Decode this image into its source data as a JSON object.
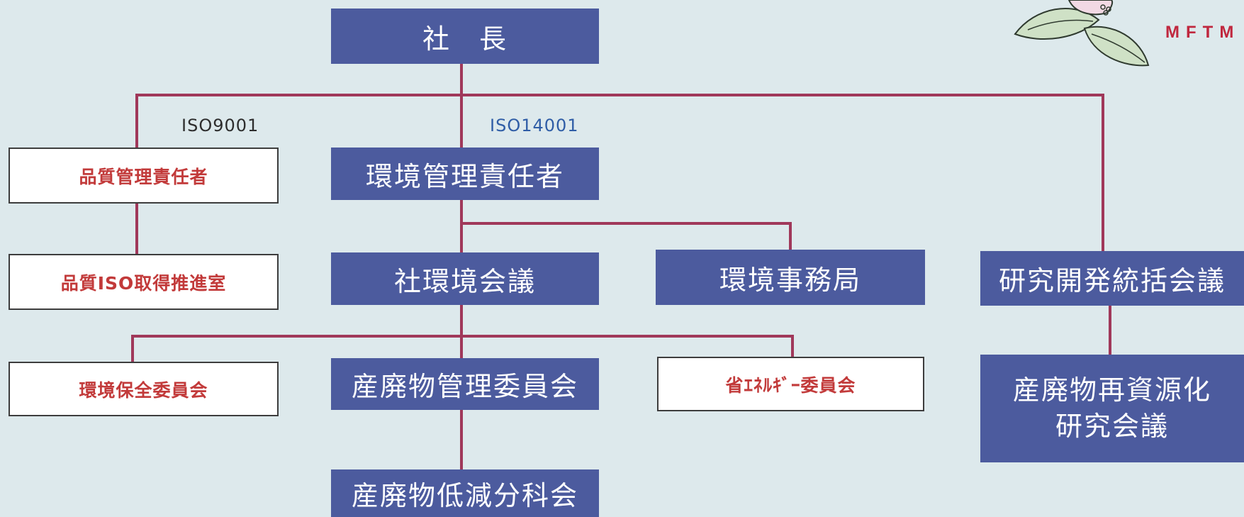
{
  "colors": {
    "background": "#dde9ec",
    "filled_box": "#4c5b9e",
    "connector": "#a0385a",
    "red_text": "#c23a3a",
    "iso14001_text": "#2f5da6"
  },
  "nodes": {
    "president": "社　長",
    "quality_manager": "品質管理責任者",
    "quality_iso_office": "品質ISO取得推進室",
    "environment_manager": "環境管理責任者",
    "company_env_council": "社環境会議",
    "env_secretariat": "環境事務局",
    "rd_council": "研究開発統括会議",
    "env_conservation_committee": "環境保全委員会",
    "waste_management_committee": "産廃物管理委員会",
    "energy_saving_committee": "省ｴﾈﾙｷﾞｰ委員会",
    "waste_recycling_council": "産廃物再資源化\n研究会議",
    "waste_reduction_subcommittee": "産廃物低減分科会"
  },
  "labels": {
    "iso9001": "ISO9001",
    "iso14001": "ISO14001"
  },
  "logo": {
    "icon": "flower-logo-icon",
    "text": "MFTM"
  }
}
